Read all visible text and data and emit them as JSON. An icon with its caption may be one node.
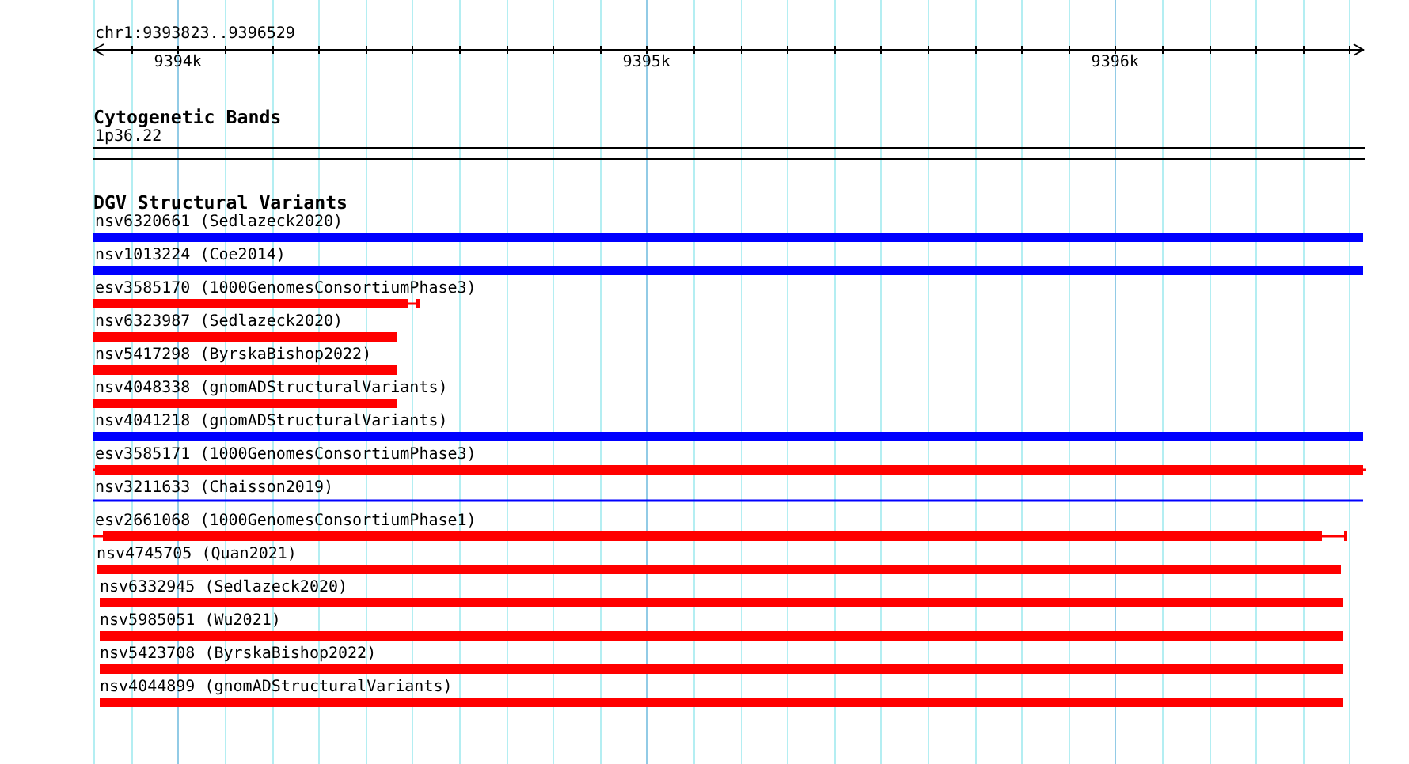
{
  "diagram": {
    "nodes": [
      {
        "text": [
          "1p36.22"
        ]
      },
      {
        "text": [
          "nsv6320661 (Sedlazeck2020)"
        ]
      },
      {
        "text": [
          "nsv1013224 (Coe2014)"
        ]
      },
      {
        "text": [
          "esv3585170 (1000GenomesConsortiumPhase3)"
        ]
      },
      {
        "text": [
          "nsv6323987 (Sedlazeck2020)"
        ]
      },
      {
        "text": [
          "nsv5417298 (ByrskaBishop2022)"
        ]
      },
      {
        "text": [
          "nsv4048338 (gnomADStructuralVariants)"
        ]
      },
      {
        "text": [
          "nsv4041218 (gnomADStructuralVariants)"
        ]
      },
      {
        "text": [
          "esv3585171 (1000GenomesConsortiumPhase3)"
        ]
      },
      {
        "text": [
          "nsv3211633 (Chaisson2019)"
        ]
      },
      {
        "text": [
          "esv2661068 (1000GenomesConsortiumPhase1)"
        ]
      },
      {
        "text": [
          "nsv4745705 (Quan2021)"
        ]
      },
      {
        "text": [
          "nsv6332945 (Sedlazeck2020)"
        ]
      },
      {
        "text": [
          "nsv5985051 (Wu2021)"
        ]
      },
      {
        "text": [
          "nsv5423708 (ByrskaBishop2022)"
        ]
      },
      {
        "text": [
          "nsv4044899 (gnomADStructuralVariants)"
        ]
      }
    ],
    "labels": [
      "chr1:9393823..9396529",
      "9394k",
      "9395k",
      "9396k",
      "Cytogenetic Bands",
      "DGV Structural Variants"
    ]
  }
}
